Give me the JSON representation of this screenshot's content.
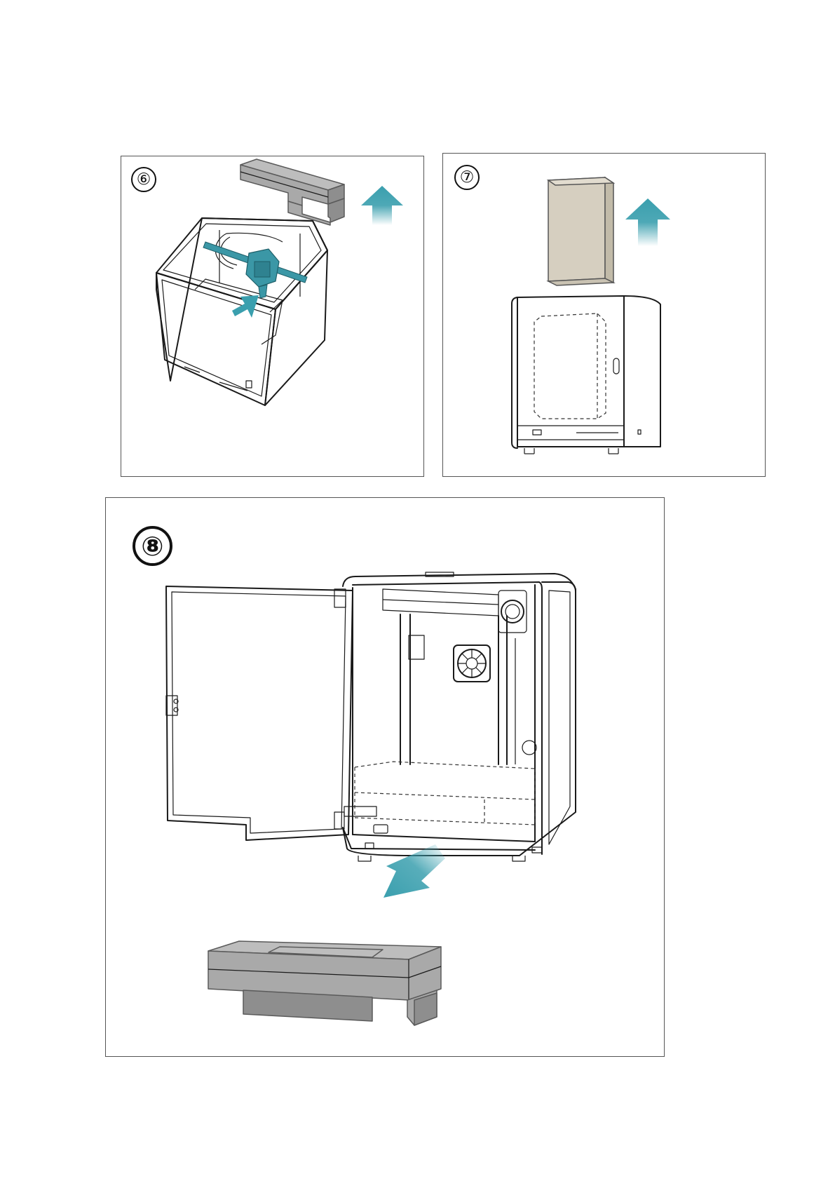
{
  "steps": [
    {
      "number": "⑥"
    },
    {
      "number": "⑦"
    },
    {
      "number": "⑧"
    }
  ],
  "colors": {
    "accent_arrow": "#3a9fae",
    "highlight_part": "#3b97a6",
    "foam_gray": "#a9a9a9",
    "box_beige": "#d6cfc0",
    "line": "#1a1a1a",
    "border": "#555555"
  }
}
